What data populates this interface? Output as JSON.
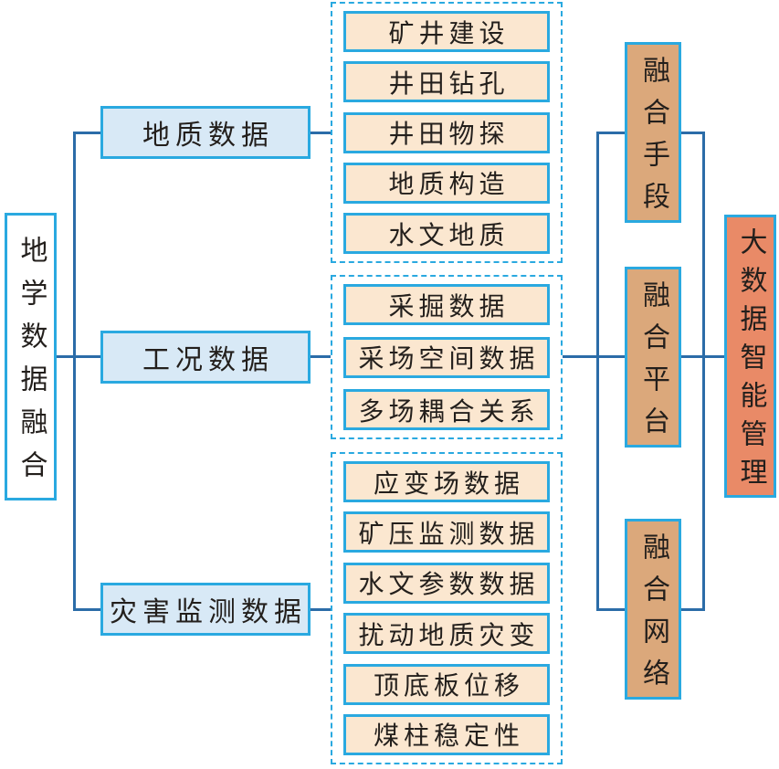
{
  "root": {
    "label": "地学数据融合"
  },
  "categories": [
    {
      "label": "地质数据"
    },
    {
      "label": "工况数据"
    },
    {
      "label": "灾害监测数据"
    }
  ],
  "groups": [
    {
      "items": [
        "矿井建设",
        "井田钻孔",
        "井田物探",
        "地质构造",
        "水文地质"
      ]
    },
    {
      "items": [
        "采掘数据",
        "采场空间数据",
        "多场耦合关系"
      ]
    },
    {
      "items": [
        "应变场数据",
        "矿压监测数据",
        "水文参数数据",
        "扰动地质灾变",
        "顶底板位移",
        "煤柱稳定性"
      ]
    }
  ],
  "fusion": [
    {
      "label": "融合手段"
    },
    {
      "label": "融合平台"
    },
    {
      "label": "融合网络"
    }
  ],
  "outcome": {
    "label": "大数据智能管理"
  },
  "colors": {
    "box_border_blue": "#2aa9e0",
    "connector_line_blue": "#2b6ca8",
    "category_fill": "#d8e9f6",
    "item_fill": "#fbe7d0",
    "fusion_fill": "#dba87b",
    "outcome_fill": "#e98a67",
    "root_fill": "#ffffff",
    "text": "#231f1c"
  }
}
